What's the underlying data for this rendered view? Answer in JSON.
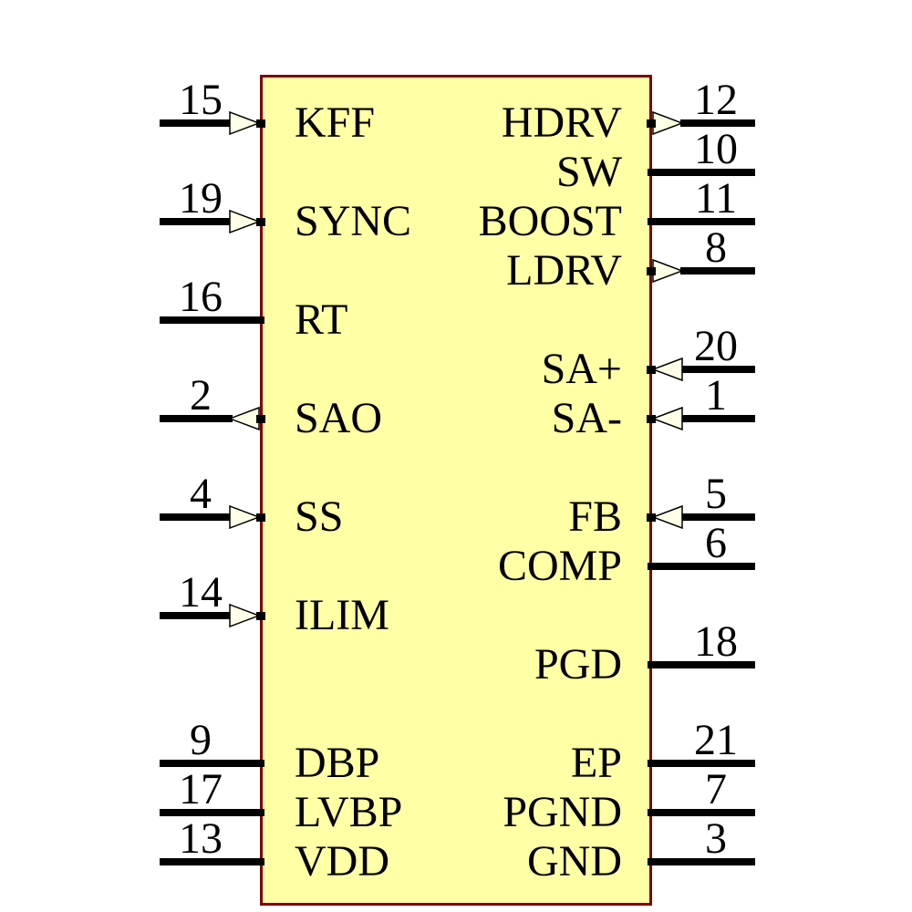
{
  "diagram": {
    "kind": "ic-schematic-symbol",
    "colors": {
      "background": "#ffffff",
      "body_fill": "#ffffa5",
      "body_border": "#7d0000",
      "pin_line": "#000000",
      "arrow_fill": "#fffee6",
      "arrow_stroke": "#000000",
      "text": "#000000"
    },
    "pins": {
      "left": [
        {
          "number": "15",
          "name": "KFF",
          "row": 0,
          "arrow": "in"
        },
        {
          "number": "19",
          "name": "SYNC",
          "row": 2,
          "arrow": "in"
        },
        {
          "number": "16",
          "name": "RT",
          "row": 4,
          "arrow": "none"
        },
        {
          "number": "2",
          "name": "SAO",
          "row": 6,
          "arrow": "out"
        },
        {
          "number": "4",
          "name": "SS",
          "row": 8,
          "arrow": "in"
        },
        {
          "number": "14",
          "name": "ILIM",
          "row": 10,
          "arrow": "in"
        },
        {
          "number": "9",
          "name": "DBP",
          "row": 13,
          "arrow": "none"
        },
        {
          "number": "17",
          "name": "LVBP",
          "row": 14,
          "arrow": "none"
        },
        {
          "number": "13",
          "name": "VDD",
          "row": 15,
          "arrow": "none"
        }
      ],
      "right": [
        {
          "number": "12",
          "name": "HDRV",
          "row": 0,
          "arrow": "out"
        },
        {
          "number": "10",
          "name": "SW",
          "row": 1,
          "arrow": "none"
        },
        {
          "number": "11",
          "name": "BOOST",
          "row": 2,
          "arrow": "none"
        },
        {
          "number": "8",
          "name": "LDRV",
          "row": 3,
          "arrow": "out"
        },
        {
          "number": "20",
          "name": "SA+",
          "row": 5,
          "arrow": "in"
        },
        {
          "number": "1",
          "name": "SA-",
          "row": 6,
          "arrow": "in"
        },
        {
          "number": "5",
          "name": "FB",
          "row": 8,
          "arrow": "in"
        },
        {
          "number": "6",
          "name": "COMP",
          "row": 9,
          "arrow": "none"
        },
        {
          "number": "18",
          "name": "PGD",
          "row": 11,
          "arrow": "none"
        },
        {
          "number": "21",
          "name": "EP",
          "row": 13,
          "arrow": "none"
        },
        {
          "number": "7",
          "name": "PGND",
          "row": 14,
          "arrow": "none"
        },
        {
          "number": "3",
          "name": "GND",
          "row": 15,
          "arrow": "none"
        }
      ]
    }
  }
}
